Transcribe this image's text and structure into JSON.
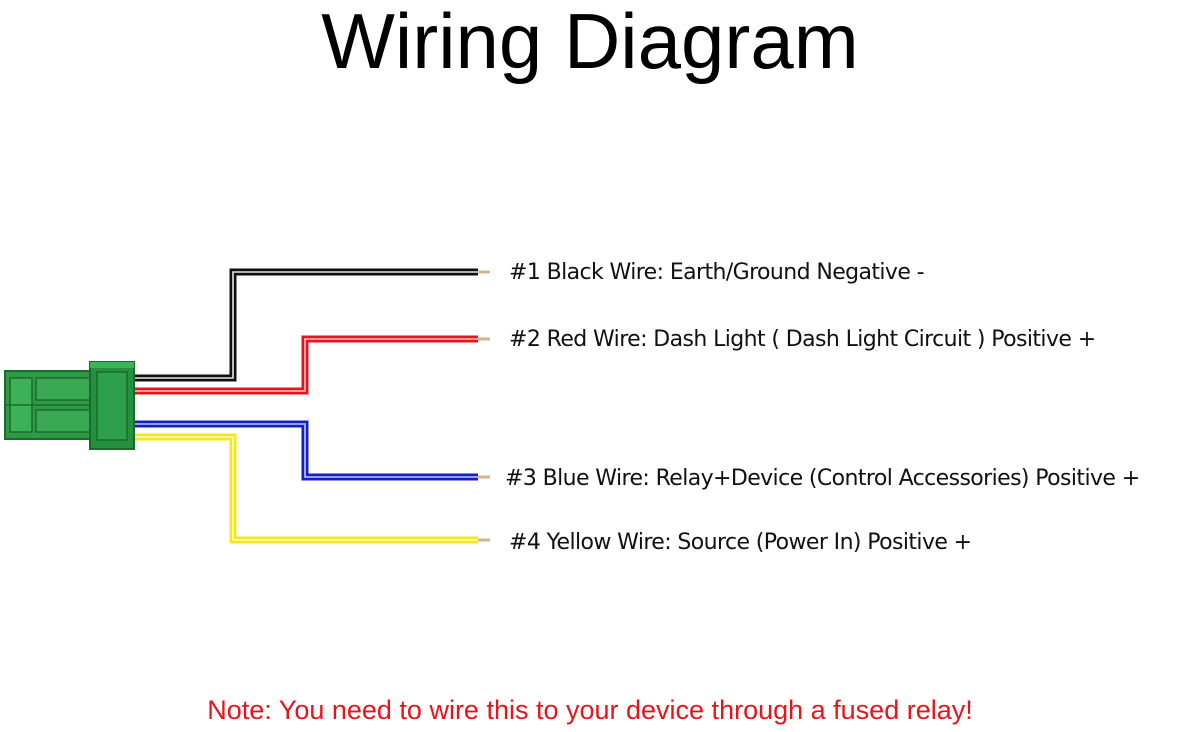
{
  "title": "Wiring Diagram",
  "wires": [
    {
      "label": "#1 Black Wire: Earth/Ground Negative -",
      "color": "#111111"
    },
    {
      "label": "#2 Red Wire: Dash Light ( Dash Light Circuit ) Positive +",
      "color": "#e8141b"
    },
    {
      "label": "#3 Blue Wire: Relay+Device (Control Accessories) Positive +",
      "color": "#1320c4"
    },
    {
      "label": "#4 Yellow Wire: Source (Power In) Positive +",
      "color": "#f5e61e"
    }
  ],
  "connector": {
    "color": "#238a3c"
  },
  "note": "Note: You need to wire this to your device through a fused relay!"
}
